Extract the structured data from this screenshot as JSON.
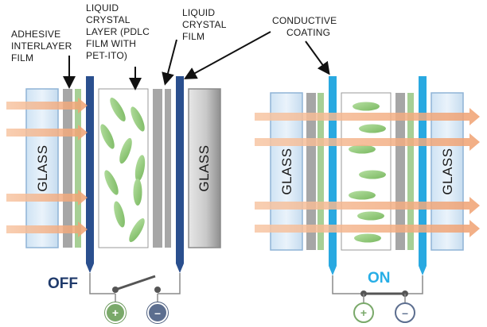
{
  "labels": {
    "adhesive_interlayer": [
      "ADHESIVE",
      "INTERLAYER",
      "FILM"
    ],
    "liquid_crystal_layer": [
      "LIQUID",
      "CRYSTAL",
      "LAYER (PDLC",
      "FILM WITH",
      "PET-ITO)"
    ],
    "liquid_crystal_film": [
      "LIQUID",
      "CRYSTAL",
      "FILM"
    ],
    "conductive_coating": [
      "CONDUCTIVE",
      "COATING"
    ]
  },
  "panels": {
    "off": {
      "state": "OFF",
      "glass_left": "GLASS",
      "glass_right": "GLASS"
    },
    "on": {
      "state": "ON",
      "glass_left": "GLASS",
      "glass_right": "GLASS"
    }
  },
  "terminals": {
    "plus": "+",
    "minus": "–"
  },
  "colors": {
    "arrow": "#f2a77a",
    "glass": "#dbeaf7",
    "electrode_off": "#2a4f8e",
    "electrode_on": "#29a9e1",
    "interlayer_gray": "#a6a6a6",
    "interlayer_green": "#a7cf95",
    "crystal": "#8fc97a",
    "state_off": "#1f3a6b",
    "state_on": "#27aee6",
    "terminal_plus": "#7aa96a",
    "terminal_minus": "#5c6e8f"
  }
}
